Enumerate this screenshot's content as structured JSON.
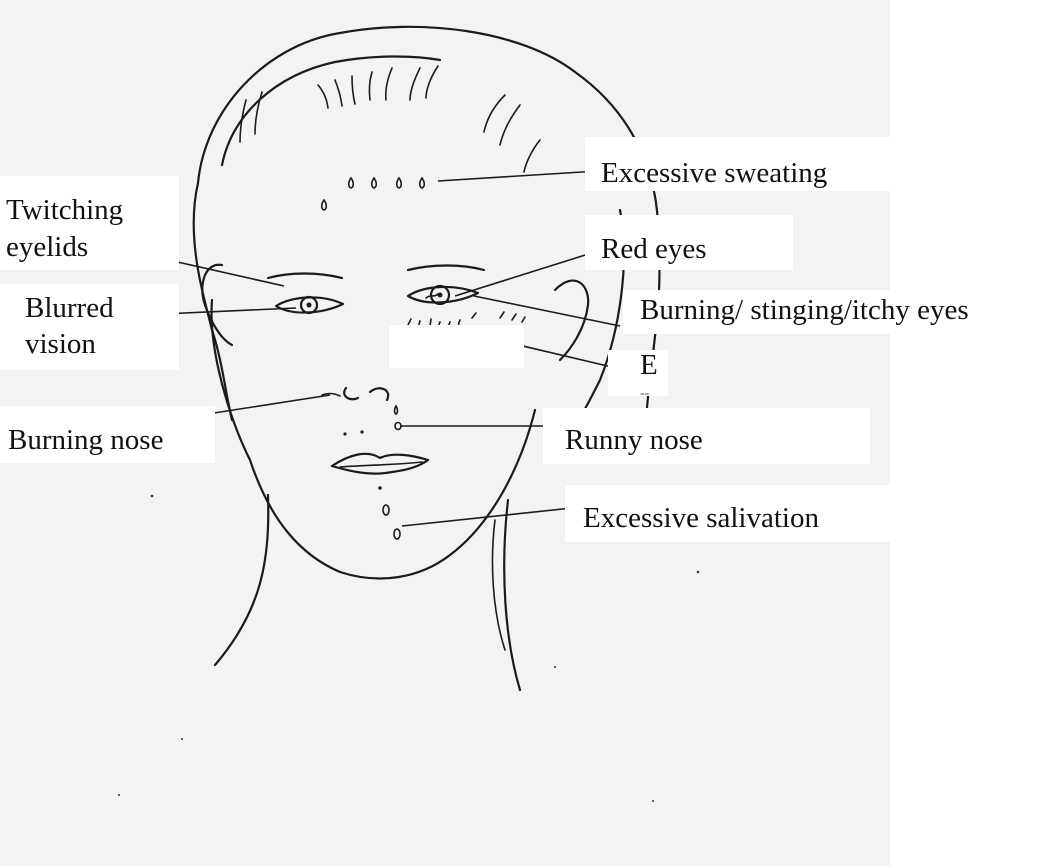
{
  "labels": {
    "excessive_sweating": "Excessive sweating",
    "twitching_line1": "Twitching",
    "twitching_line2": "eyelids",
    "red_eyes": "Red eyes",
    "blurred_line1": "Blurred",
    "blurred_line2": "vision",
    "burning_eyes": "Burning/ stinging/itchy eyes",
    "e_label": "E",
    "dash_mark": "--",
    "burning_nose": "Burning nose",
    "runny_nose": "Runny nose",
    "excessive_salivation": "Excessive salivation"
  }
}
